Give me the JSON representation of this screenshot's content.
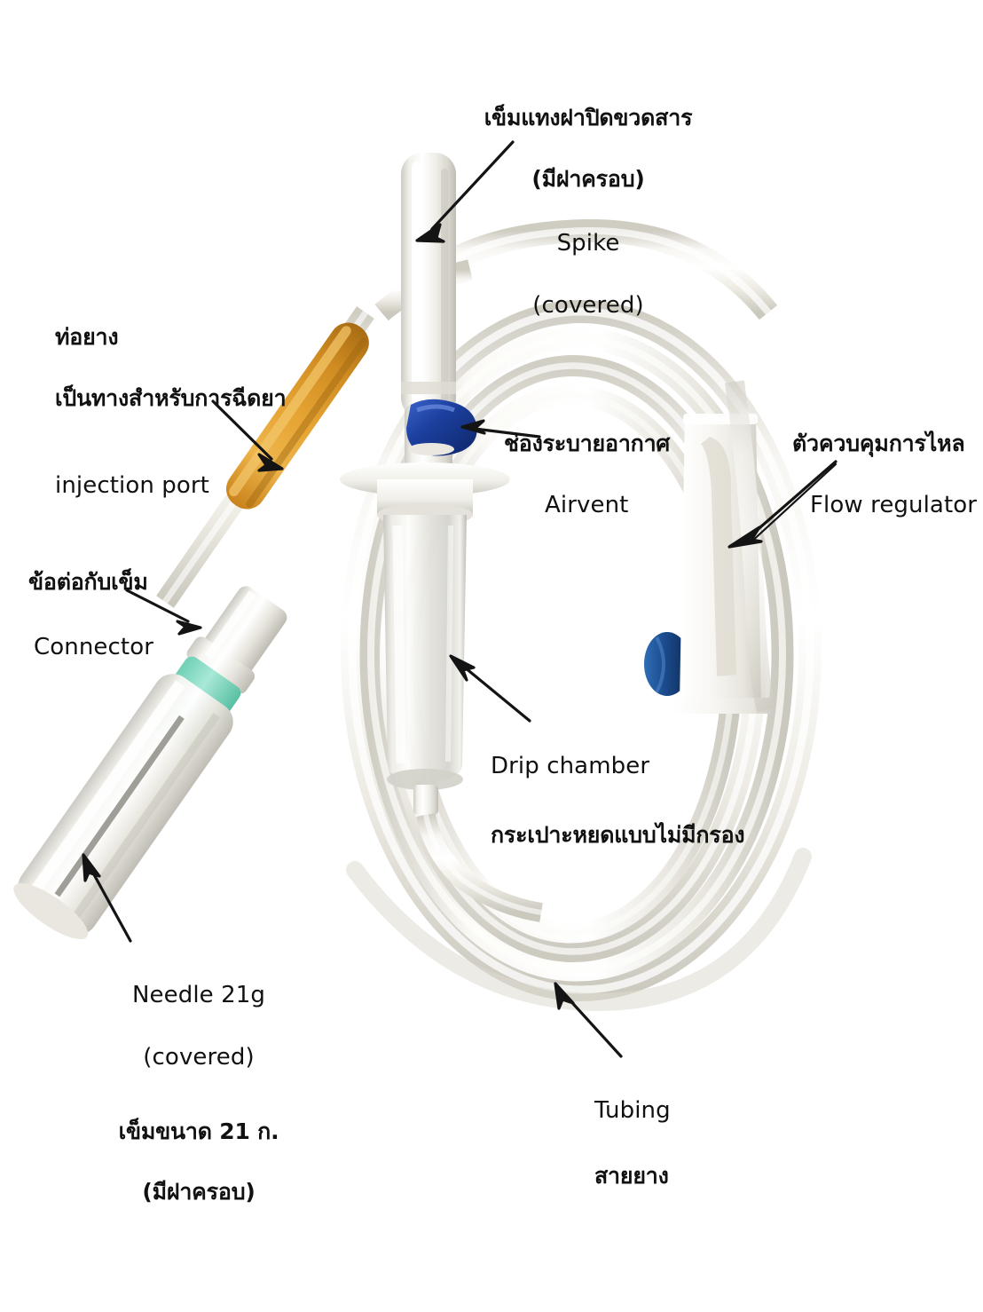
{
  "page": {
    "background_color": "#ffffff",
    "text_color": "#111111",
    "title_note": "Labelled IV infusion set (giving set) photograph with Thai and English callouts"
  },
  "labels": {
    "spike": {
      "thai_line1": "เข็มแทงฝาปิดขวดสาร",
      "thai_line2": "(มีฝาครอบ)",
      "en_line1": "Spike",
      "en_line2": "(covered)"
    },
    "injection_port": {
      "thai_line1": "ท่อยาง",
      "thai_line2": "เป็นทางสำหรับการฉีดยา",
      "en_line1": "injection port"
    },
    "connector": {
      "thai_line1": "ข้อต่อกับเข็ม",
      "en_line1": "Connector"
    },
    "needle": {
      "en_line1": "Needle 21g",
      "en_line2": "(covered)",
      "thai_line1": "เข็มขนาด 21 ก.",
      "thai_line2": "(มีฝาครอบ)"
    },
    "airvent": {
      "thai_line1": "ช่องระบายอากาศ",
      "en_line1": "Airvent"
    },
    "flow_regulator": {
      "thai_line1": "ตัวควบคุมการไหล",
      "en_line1": "Flow regulator"
    },
    "drip_chamber": {
      "en_line1": "Drip chamber",
      "thai_line1": "กระเปาะหยดแบบไม่มีกรอง"
    },
    "tubing": {
      "en_line1": "Tubing",
      "thai_line1": "สายยาง"
    }
  },
  "parts": {
    "spike_cap_color": "#e9e9e6",
    "airvent_color": "#1a3fa0",
    "injection_port_color": "#e0a232",
    "needle_hub_color": "#7fd6bd",
    "flow_regulator_color": "#f4f3ef",
    "roller_color": "#1d4b86",
    "tubing_color": "#eceae3",
    "drip_chamber_color": "#dcdbd6",
    "arrow_color": "#141414"
  }
}
